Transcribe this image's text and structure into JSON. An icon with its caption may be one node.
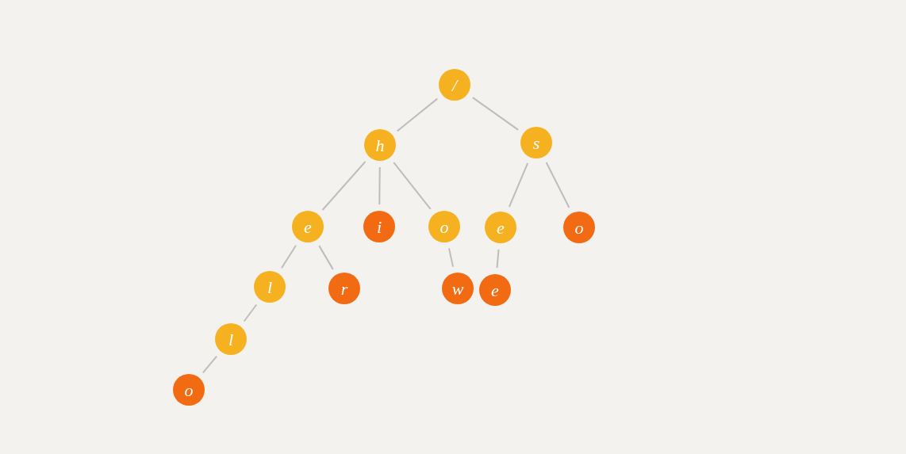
{
  "diagram": {
    "nodes": [
      {
        "text": [
          "/"
        ]
      },
      {
        "text": [
          "h"
        ]
      },
      {
        "text": [
          "s"
        ]
      },
      {
        "text": [
          "e"
        ]
      },
      {
        "text": [
          "i"
        ]
      },
      {
        "text": [
          "o"
        ]
      },
      {
        "text": [
          "e"
        ]
      },
      {
        "text": [
          "o"
        ]
      },
      {
        "text": [
          "l"
        ]
      },
      {
        "text": [
          "r"
        ]
      },
      {
        "text": [
          "w"
        ]
      },
      {
        "text": [
          "e"
        ]
      },
      {
        "text": [
          "l"
        ]
      },
      {
        "text": [
          "o"
        ]
      }
    ],
    "edges": [
      {
        "from": 0,
        "to": 1,
        "arrow": "none"
      },
      {
        "from": 0,
        "to": 2,
        "arrow": "none"
      },
      {
        "from": 1,
        "to": 3,
        "arrow": "none"
      },
      {
        "from": 1,
        "to": 4,
        "arrow": "none"
      },
      {
        "from": 1,
        "to": 5,
        "arrow": "none"
      },
      {
        "from": 2,
        "to": 6,
        "arrow": "none"
      },
      {
        "from": 2,
        "to": 7,
        "arrow": "none"
      },
      {
        "from": 3,
        "to": 8,
        "arrow": "none"
      },
      {
        "from": 3,
        "to": 9,
        "arrow": "none"
      },
      {
        "from": 5,
        "to": 10,
        "arrow": "none"
      },
      {
        "from": 6,
        "to": 11,
        "arrow": "none"
      },
      {
        "from": 8,
        "to": 12,
        "arrow": "none"
      },
      {
        "from": 12,
        "to": 13,
        "arrow": "none"
      }
    ]
  }
}
